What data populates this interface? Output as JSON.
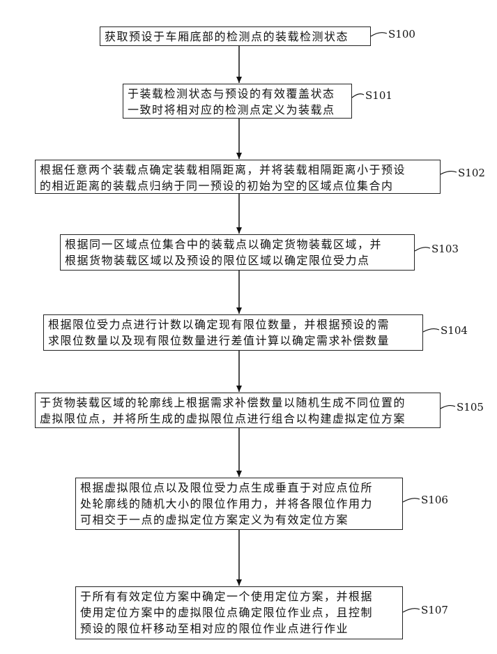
{
  "steps": [
    {
      "id": "S100",
      "lines": [
        "获取预设于车厢底部的检测点的装载检测状态"
      ]
    },
    {
      "id": "S101",
      "lines": [
        "于装载检测状态与预设的有效覆盖状态",
        "一致时将相对应的检测点定义为装载点"
      ]
    },
    {
      "id": "S102",
      "lines": [
        "根据任意两个装载点确定装载相隔距离，并将装载相隔距离小于预设",
        "的相近距离的装载点归纳于同一预设的初始为空的区域点位集合内"
      ]
    },
    {
      "id": "S103",
      "lines": [
        "根据同一区域点位集合中的装载点以确定货物装载区域，并",
        "根据货物装载区域以及预设的限位区域以确定限位受力点"
      ]
    },
    {
      "id": "S104",
      "lines": [
        "根据限位受力点进行计数以确定现有限位数量，并根据预设的需",
        "求限位数量以及现有限位数量进行差值计算以确定需求补偿数量"
      ]
    },
    {
      "id": "S105",
      "lines": [
        "于货物装载区域的轮廓线上根据需求补偿数量以随机生成不同位置的",
        "虚拟限位点，并将所生成的虚拟限位点进行组合以构建虚拟定位方案"
      ]
    },
    {
      "id": "S106",
      "lines": [
        "根据虚拟限位点以及限位受力点生成垂直于对应点位所",
        "处轮廓线的随机大小的限位作用力，并将各限位作用力",
        "可相交于一点的虚拟定位方案定义为有效定位方案"
      ]
    },
    {
      "id": "S107",
      "lines": [
        "于所有有效定位方案中确定一个使用定位方案，并根据",
        "使用定位方案中的虚拟限位点确定限位作业点，且控制",
        "预设的限位杆移动至相对应的限位作业点进行作业"
      ]
    }
  ]
}
